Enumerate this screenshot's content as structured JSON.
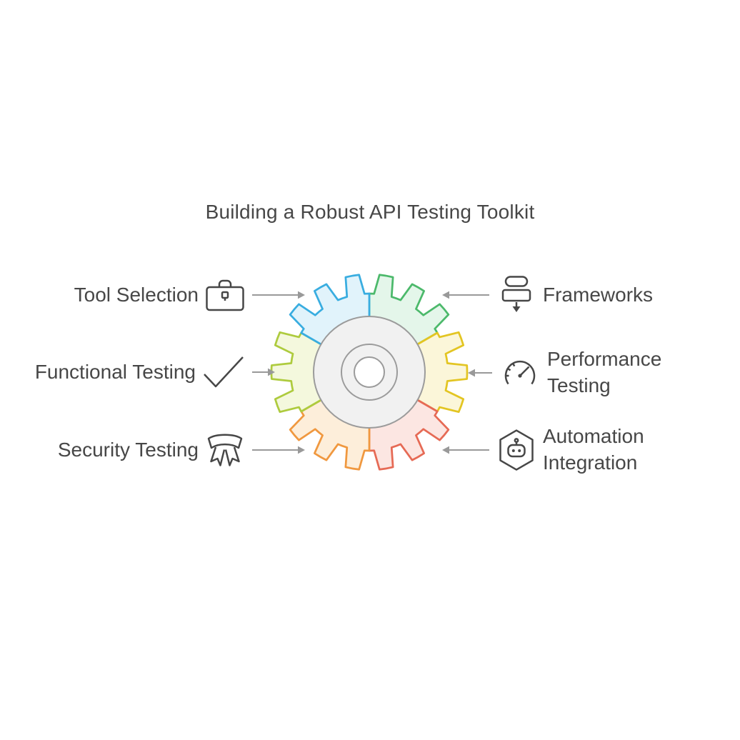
{
  "title": "Building a Robust API Testing Toolkit",
  "colors": {
    "text": "#474747",
    "icon": "#474747",
    "arrow": "#999999"
  },
  "left_items": [
    {
      "label": "Tool Selection",
      "icon": "toolbox-icon"
    },
    {
      "label": "Functional Testing",
      "icon": "checkmark-icon"
    },
    {
      "label": "Security Testing",
      "icon": "ribbon-icon"
    }
  ],
  "right_items": [
    {
      "label": "Frameworks",
      "icon": "flowchart-icon"
    },
    {
      "label": "Performance Testing",
      "icon": "gauge-icon"
    },
    {
      "label": "Automation Integration",
      "icon": "robot-icon"
    }
  ],
  "gear": {
    "center": {
      "fill": "#f1f1f1",
      "ring_stroke": "#9b9b9b",
      "hub_fill": "#ffffff"
    },
    "segments": [
      {
        "name": "top-right",
        "stroke": "#4cb96b",
        "fill": "#e4f6ea"
      },
      {
        "name": "right",
        "stroke": "#e3c522",
        "fill": "#fbf6d9"
      },
      {
        "name": "bottom-right",
        "stroke": "#e66a55",
        "fill": "#fce6e2"
      },
      {
        "name": "bottom-left",
        "stroke": "#f0983f",
        "fill": "#fdeeda"
      },
      {
        "name": "left",
        "stroke": "#aecb3e",
        "fill": "#f4f8dd"
      },
      {
        "name": "top-left",
        "stroke": "#39ade0",
        "fill": "#e1f3fb"
      }
    ]
  }
}
